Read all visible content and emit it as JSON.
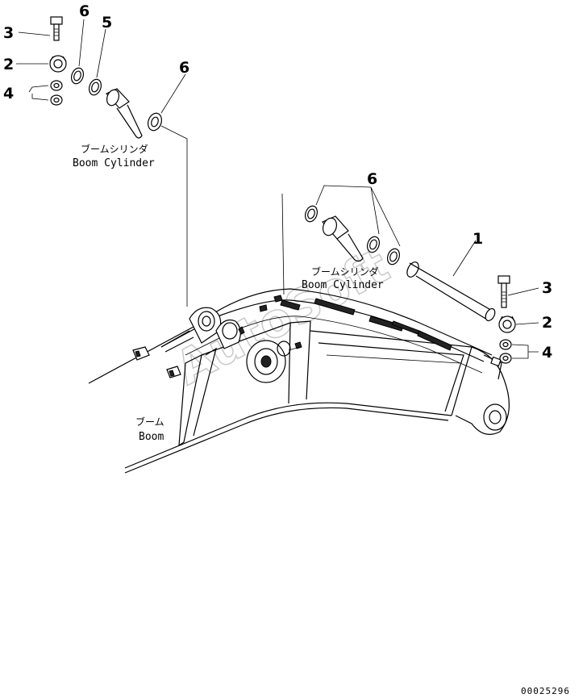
{
  "callouts": {
    "left_3": "3",
    "left_2": "2",
    "left_4": "4",
    "left_6_top": "6",
    "left_5": "5",
    "left_6_mid": "6",
    "center_6": "6",
    "right_1": "1",
    "right_3": "3",
    "right_2": "2",
    "right_4": "4"
  },
  "captions": {
    "left_cylinder_jp": "ブームシリンダ",
    "left_cylinder_en": "Boom Cylinder",
    "center_cylinder_jp": "ブームシリンダ",
    "center_cylinder_en": "Boom Cylinder",
    "boom_jp": "ブーム",
    "boom_en": "Boom"
  },
  "watermark": "AutoSoft",
  "document_number": "00025296",
  "colors": {
    "line": "#000000",
    "background": "#ffffff",
    "watermark": "#b8b8b8"
  }
}
